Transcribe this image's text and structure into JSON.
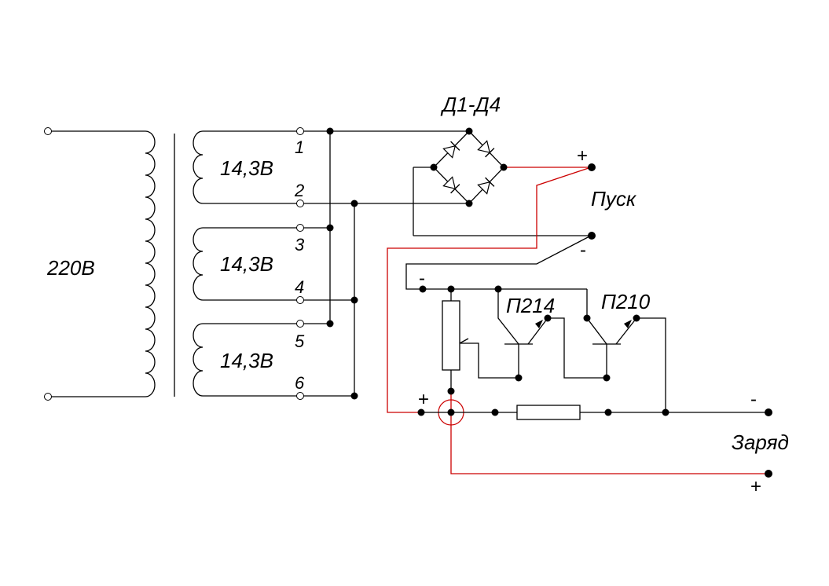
{
  "primary_label": "220В",
  "secondary_windings": [
    {
      "voltage": "14,3В",
      "pin_top": "1",
      "pin_bottom": "2"
    },
    {
      "voltage": "14,3В",
      "pin_top": "3",
      "pin_bottom": "4"
    },
    {
      "voltage": "14,3В",
      "pin_top": "5",
      "pin_bottom": "6"
    }
  ],
  "rectifier_label": "Д1-Д4",
  "start_label": "Пуск",
  "charge_label": "Заряд",
  "transistors": [
    "П214",
    "П210"
  ],
  "signs": {
    "start_plus": "+",
    "start_minus": "-",
    "reg_minus": "-",
    "reg_plus": "+",
    "charge_minus": "-",
    "charge_plus": "+"
  }
}
